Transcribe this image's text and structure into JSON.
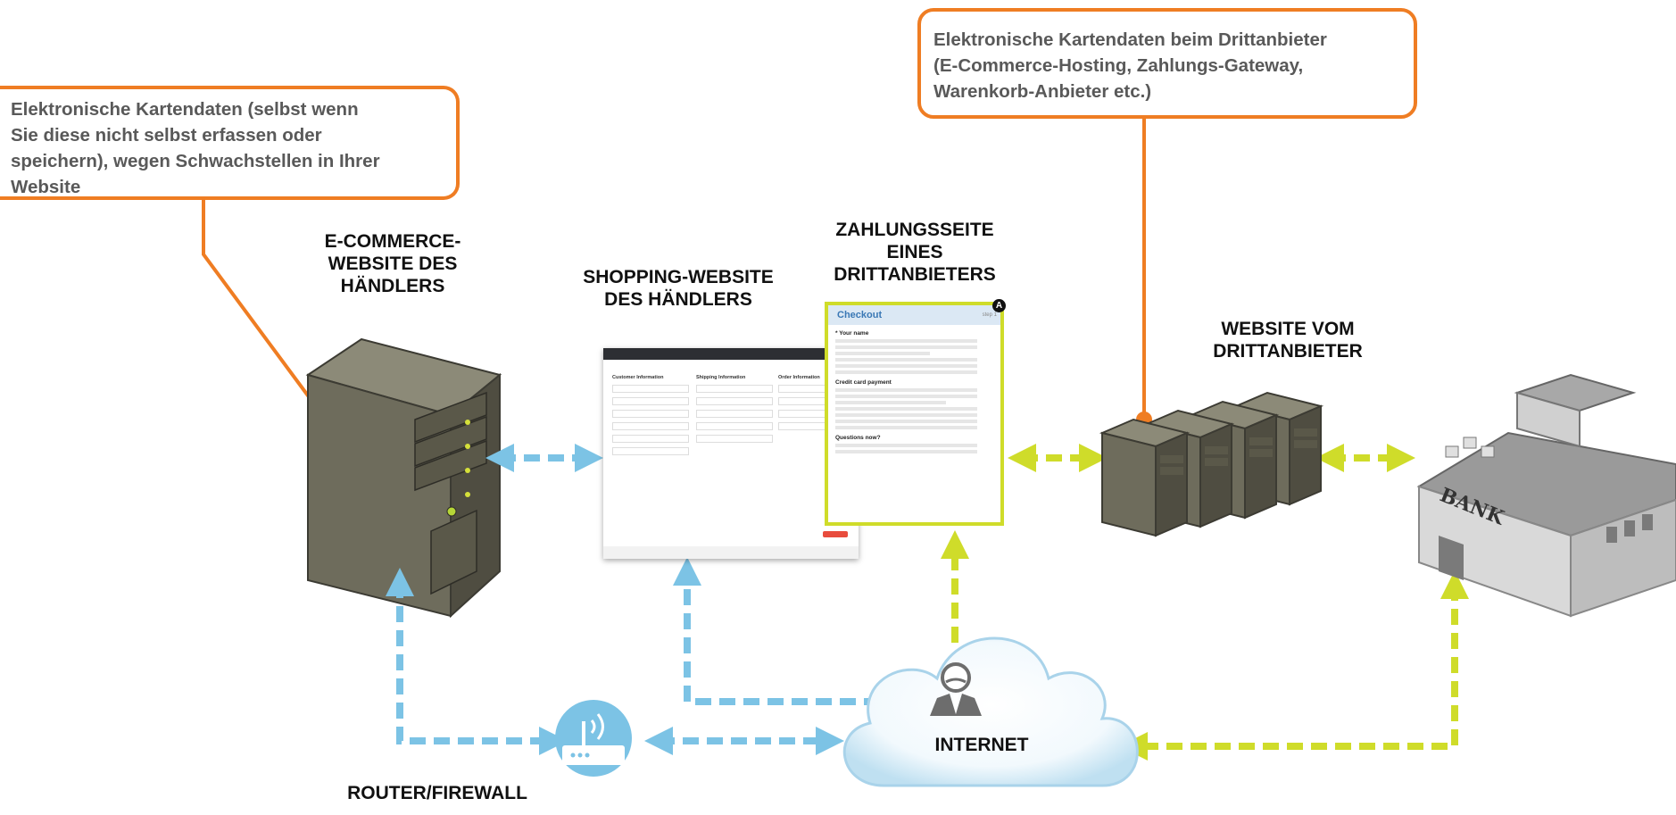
{
  "callouts": {
    "left": [
      "Elektronische Kartendaten (selbst wenn",
      "Sie diese nicht selbst erfassen oder",
      "speichern), wegen Schwachstellen in Ihrer",
      "Website"
    ],
    "right": [
      "Elektronische Kartendaten beim Drittanbieter",
      "(E-Commerce-Hosting, Zahlungs-Gateway,",
      "Warenkorb-Anbieter etc.)"
    ]
  },
  "labels": {
    "ecommerce": [
      "E-COMMERCE-",
      "WEBSITE DES",
      "HÄNDLERS"
    ],
    "shopping": [
      "SHOPPING-WEBSITE",
      "DES HÄNDLERS"
    ],
    "payment": [
      "ZAHLUNGSSEITE",
      "EINES",
      "DRITTANBIETERS"
    ],
    "thirdparty": [
      "WEBSITE VOM",
      "DRITTANBIETER"
    ],
    "router": "ROUTER/FIREWALL",
    "internet": "INTERNET"
  },
  "bank_sign": "BANK",
  "shop_screenshot": {
    "headings": [
      "Customer Information",
      "Shipping Information",
      "Order Information"
    ]
  },
  "pay_screenshot": {
    "title": "Checkout",
    "step": "step 1",
    "badge": "A",
    "name_label": "* Your name",
    "payment_heading": "Credit card payment",
    "question": "Questions now?"
  },
  "colors": {
    "callout_border": "#ef7d23",
    "callout_text": "#595959",
    "blue_arrow": "#7cc3e5",
    "lime_arrow": "#cfdc2a",
    "server_body": "#6e6c5c"
  }
}
